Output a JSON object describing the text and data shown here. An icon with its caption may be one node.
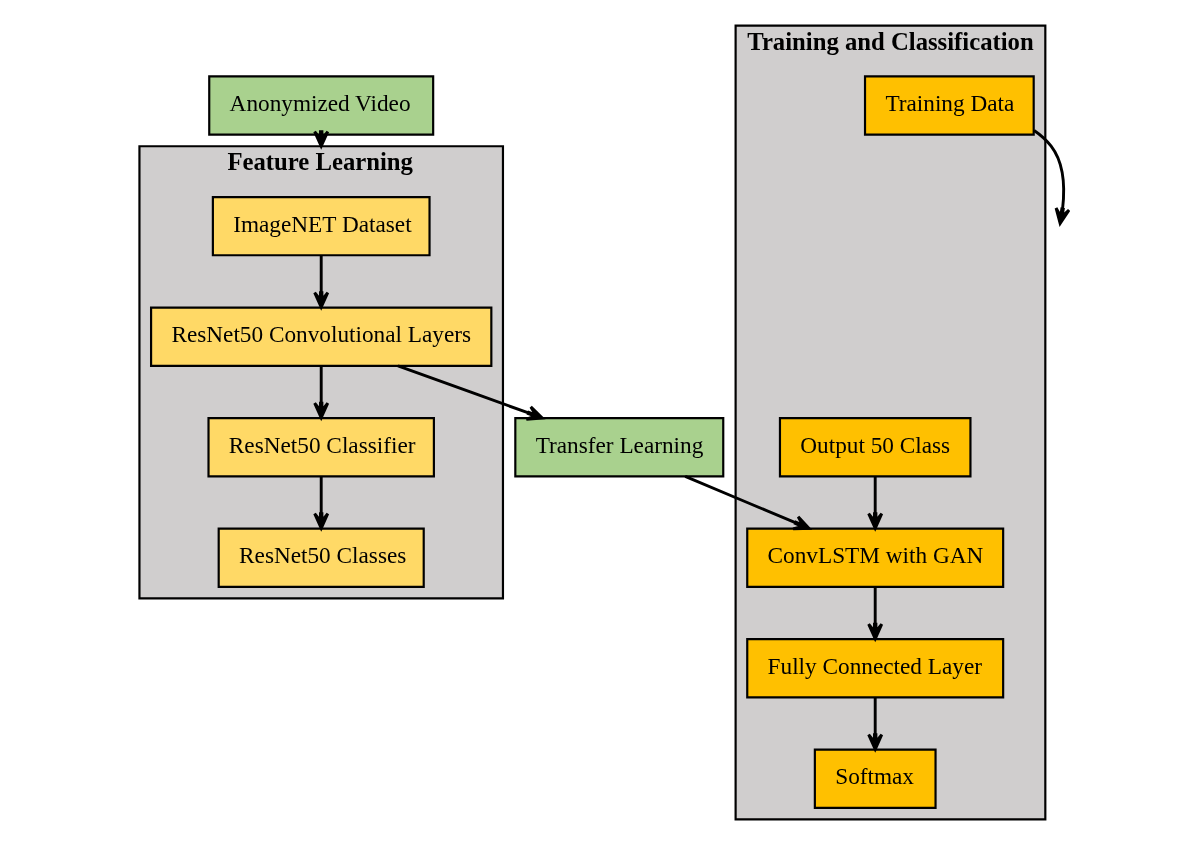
{
  "diagram": {
    "nodes": [
      {
        "text": [
          "Anonymized Video"
        ]
      },
      {
        "text": [
          "Feature Learning"
        ]
      },
      {
        "text": [
          "ImageNET Dataset"
        ],
        "in": 1
      },
      {
        "text": [
          "ResNet50 Convolutional Layers"
        ],
        "in": 1
      },
      {
        "text": [
          "ResNet50 Classifier"
        ],
        "in": 1
      },
      {
        "text": [
          "ResNet50 Classes"
        ],
        "in": 1
      },
      {
        "text": [
          "Transfer Learning"
        ]
      },
      {
        "text": [
          "Training and Classification"
        ]
      },
      {
        "text": [
          "Training Data"
        ],
        "in": 7
      },
      {
        "text": [
          "ConvLSTM with GAN"
        ],
        "in": 7
      },
      {
        "text": [
          "Output 50 Class"
        ],
        "in": 7
      },
      {
        "text": [
          "Fully Connected Layer"
        ],
        "in": 7
      },
      {
        "text": [
          "Softmax"
        ],
        "in": 7
      }
    ],
    "edges": [
      {
        "from": 0,
        "to": 1,
        "arrow": "to"
      },
      {
        "from": 2,
        "to": 3,
        "arrow": "to"
      },
      {
        "from": 3,
        "to": 4,
        "arrow": "to"
      },
      {
        "from": 4,
        "to": 5,
        "arrow": "to"
      },
      {
        "from": 3,
        "to": 6,
        "arrow": "to"
      },
      {
        "from": 8,
        "to": null,
        "arrow": "to"
      },
      {
        "from": 6,
        "to": 9,
        "arrow": "to"
      },
      {
        "from": 10,
        "to": 9,
        "arrow": "to"
      },
      {
        "from": 9,
        "to": 11,
        "arrow": "to"
      },
      {
        "from": 11,
        "to": 12,
        "arrow": "to"
      }
    ]
  }
}
